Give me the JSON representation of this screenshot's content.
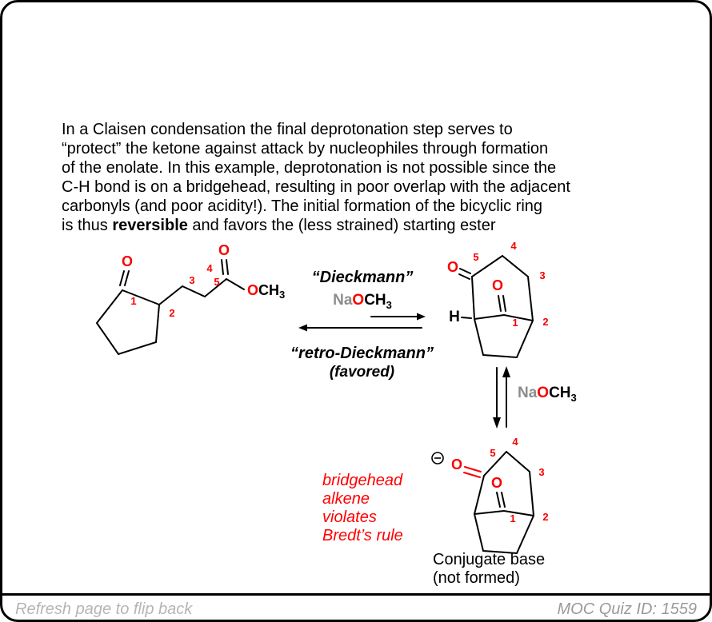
{
  "colors": {
    "red": "#f70000",
    "na_gray": "#8c8c8c",
    "footer_left_gray": "#b5b5b5",
    "footer_right_gray": "#9a9a9a",
    "border": "#000000"
  },
  "intro": {
    "lines": [
      "In a Claisen condensation the final deprotonation step serves to",
      "“protect” the ketone against attack by nucleophiles through formation",
      "of the enolate. In this example, deprotonation is not possible since the",
      "C-H bond is on a bridgehead, resulting in poor overlap with the adjacent",
      "carbonyls (and poor acidity!). The initial formation of the bicyclic ring"
    ],
    "last_line": {
      "pre": "is thus ",
      "bold": "reversible",
      "post": " and favors the (less strained) starting ester"
    }
  },
  "reaction": {
    "forward_label": "“Dieckmann”",
    "reagent": {
      "na": "Na",
      "o": "O",
      "ch": "CH",
      "sub": "3"
    },
    "reverse_label": "“retro-Dieckmann”",
    "reverse_note": "(favored)"
  },
  "vertical_reagent": {
    "na": "Na",
    "o": "O",
    "ch": "CH",
    "sub": "3"
  },
  "ester": {
    "o_ketone": "O",
    "o_ester": "O",
    "och3_o": "O",
    "och3_ch": "CH",
    "och3_sub": "3",
    "n1": "1",
    "n2": "2",
    "n3": "3",
    "n4": "4",
    "n5": "5"
  },
  "bicyclic": {
    "o5": "O",
    "o1": "O",
    "h": "H",
    "n1": "1",
    "n2": "2",
    "n3": "3",
    "n4": "4",
    "n5": "5"
  },
  "enolate": {
    "o5": "O",
    "o1": "O",
    "charge_icon": "circled-minus",
    "n1": "1",
    "n2": "2",
    "n3": "3",
    "n4": "4",
    "n5": "5"
  },
  "notes": {
    "bredt_lines": [
      "bridgehead",
      "alkene",
      "violates",
      "Bredt’s rule"
    ],
    "caption_line1": "Conjugate base",
    "caption_line2": "(not formed)"
  },
  "footer": {
    "left": "Refresh page to flip back",
    "right": "MOC Quiz ID: 1559"
  }
}
